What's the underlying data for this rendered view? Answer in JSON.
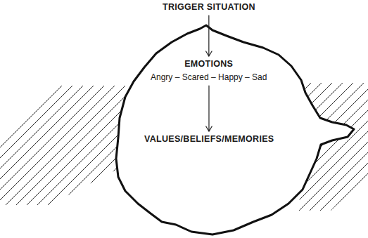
{
  "diagram": {
    "nodes": [
      {
        "text": [
          "TRIGGER SITUATION"
        ]
      },
      {
        "text": [
          "EMOTIONS",
          "Angry – Scared – Happy – Sad"
        ]
      },
      {
        "text": [
          "VALUES/BELIEFS/MEMORIES"
        ]
      }
    ],
    "edges": [
      {
        "from": 0,
        "to": 1,
        "arrow": "to"
      },
      {
        "from": 1,
        "to": 2,
        "arrow": "to"
      }
    ]
  }
}
